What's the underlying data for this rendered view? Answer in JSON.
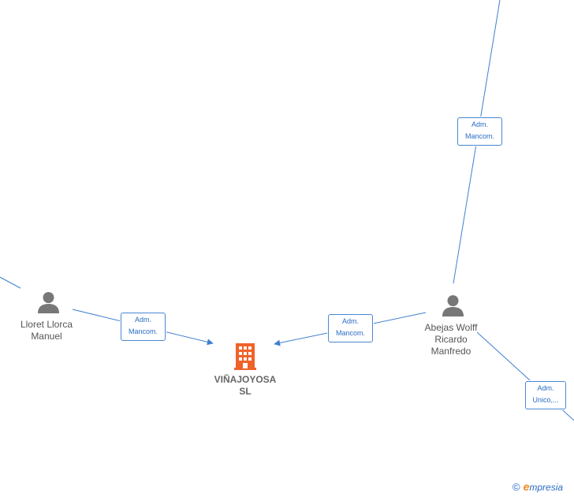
{
  "nodes": {
    "company": {
      "line1": "VIÑAJOYOSA",
      "line2": "SL"
    },
    "person_left": {
      "line1": "Lloret Llorca",
      "line2": "Manuel"
    },
    "person_right": {
      "line1": "Abejas Wolff",
      "line2": "Ricardo",
      "line3": "Manfredo"
    }
  },
  "relations": {
    "top": {
      "line1": "Adm.",
      "line2": "Mancom."
    },
    "left": {
      "line1": "Adm.",
      "line2": "Mancom."
    },
    "right": {
      "line1": "Adm.",
      "line2": "Mancom."
    },
    "bottom_right": {
      "line1": "Adm.",
      "line2": "Unico,..."
    }
  },
  "footer": {
    "copyright": "©",
    "brand_initial": "e",
    "brand_rest": "mpresia"
  },
  "colors": {
    "edge": "#3f7fd0",
    "company_icon": "#f0622a",
    "person_icon": "#777777"
  }
}
